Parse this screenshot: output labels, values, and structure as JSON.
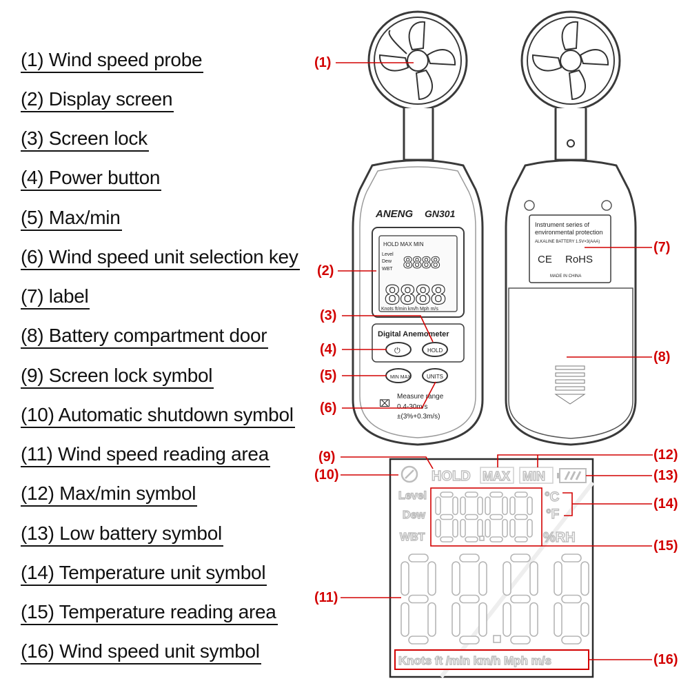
{
  "legend": [
    "(1) Wind speed probe",
    "(2) Display screen",
    "(3) Screen lock",
    "(4) Power button",
    "(5) Max/min",
    "(6) Wind speed unit selection key",
    "(7) label",
    "(8) Battery compartment door",
    "(9) Screen lock symbol",
    "(10) Automatic shutdown symbol",
    "(11) Wind speed reading area",
    "(12) Max/min symbol",
    "(13) Low battery symbol",
    "(14) Temperature unit symbol",
    "(15) Temperature reading area",
    "(16) Wind speed unit symbol"
  ],
  "callouts": {
    "c1": "(1)",
    "c2": "(2)",
    "c3": "(3)",
    "c4": "(4)",
    "c5": "(5)",
    "c6": "(6)",
    "c7": "(7)",
    "c8": "(8)",
    "c9": "(9)",
    "c10": "(10)",
    "c11": "(11)",
    "c12": "(12)",
    "c13": "(13)",
    "c14": "(14)",
    "c15": "(15)",
    "c16": "(16)"
  },
  "device_front": {
    "brand": "ANENG",
    "model": "GN301",
    "mini_lcd_top": "HOLD  MAX  MIN",
    "mini_lcd_rows": [
      "Level",
      "Dew",
      "WBT"
    ],
    "mini_lcd_units": "Knots ft/min km/h Mph m/s",
    "product_name": "Digital Anemometer",
    "hold_button": "HOLD",
    "minmax_button": "MIN MAX",
    "units_button": "UNITS",
    "range_title": "Measure range",
    "range_value": "0.4-30m/s",
    "accuracy": "±(3%+0.3m/s)"
  },
  "device_back": {
    "label_line1": "Instrument series of",
    "label_line2": "environmental protection",
    "battery_line": "ALKALINE BATTERY 1.5V×3(AAA)",
    "ce_mark": "CE",
    "rohs_mark": "RoHS",
    "made_in": "MADE IN CHINA"
  },
  "lcd_detail": {
    "hold": "HOLD",
    "max": "MAX",
    "min": "MIN",
    "level": "Level",
    "dew": "Dew",
    "wbt": "WBT",
    "celsius": "°C",
    "fahrenheit": "°F",
    "rh": "%RH",
    "units": "Knots ft /min km/h Mph m/s"
  },
  "colors": {
    "callout": "#d20000",
    "device_outline": "#3a3a3a",
    "lcd_segment_outline": "#b8b8b8",
    "lcd_frame": "#2a2a2a"
  }
}
